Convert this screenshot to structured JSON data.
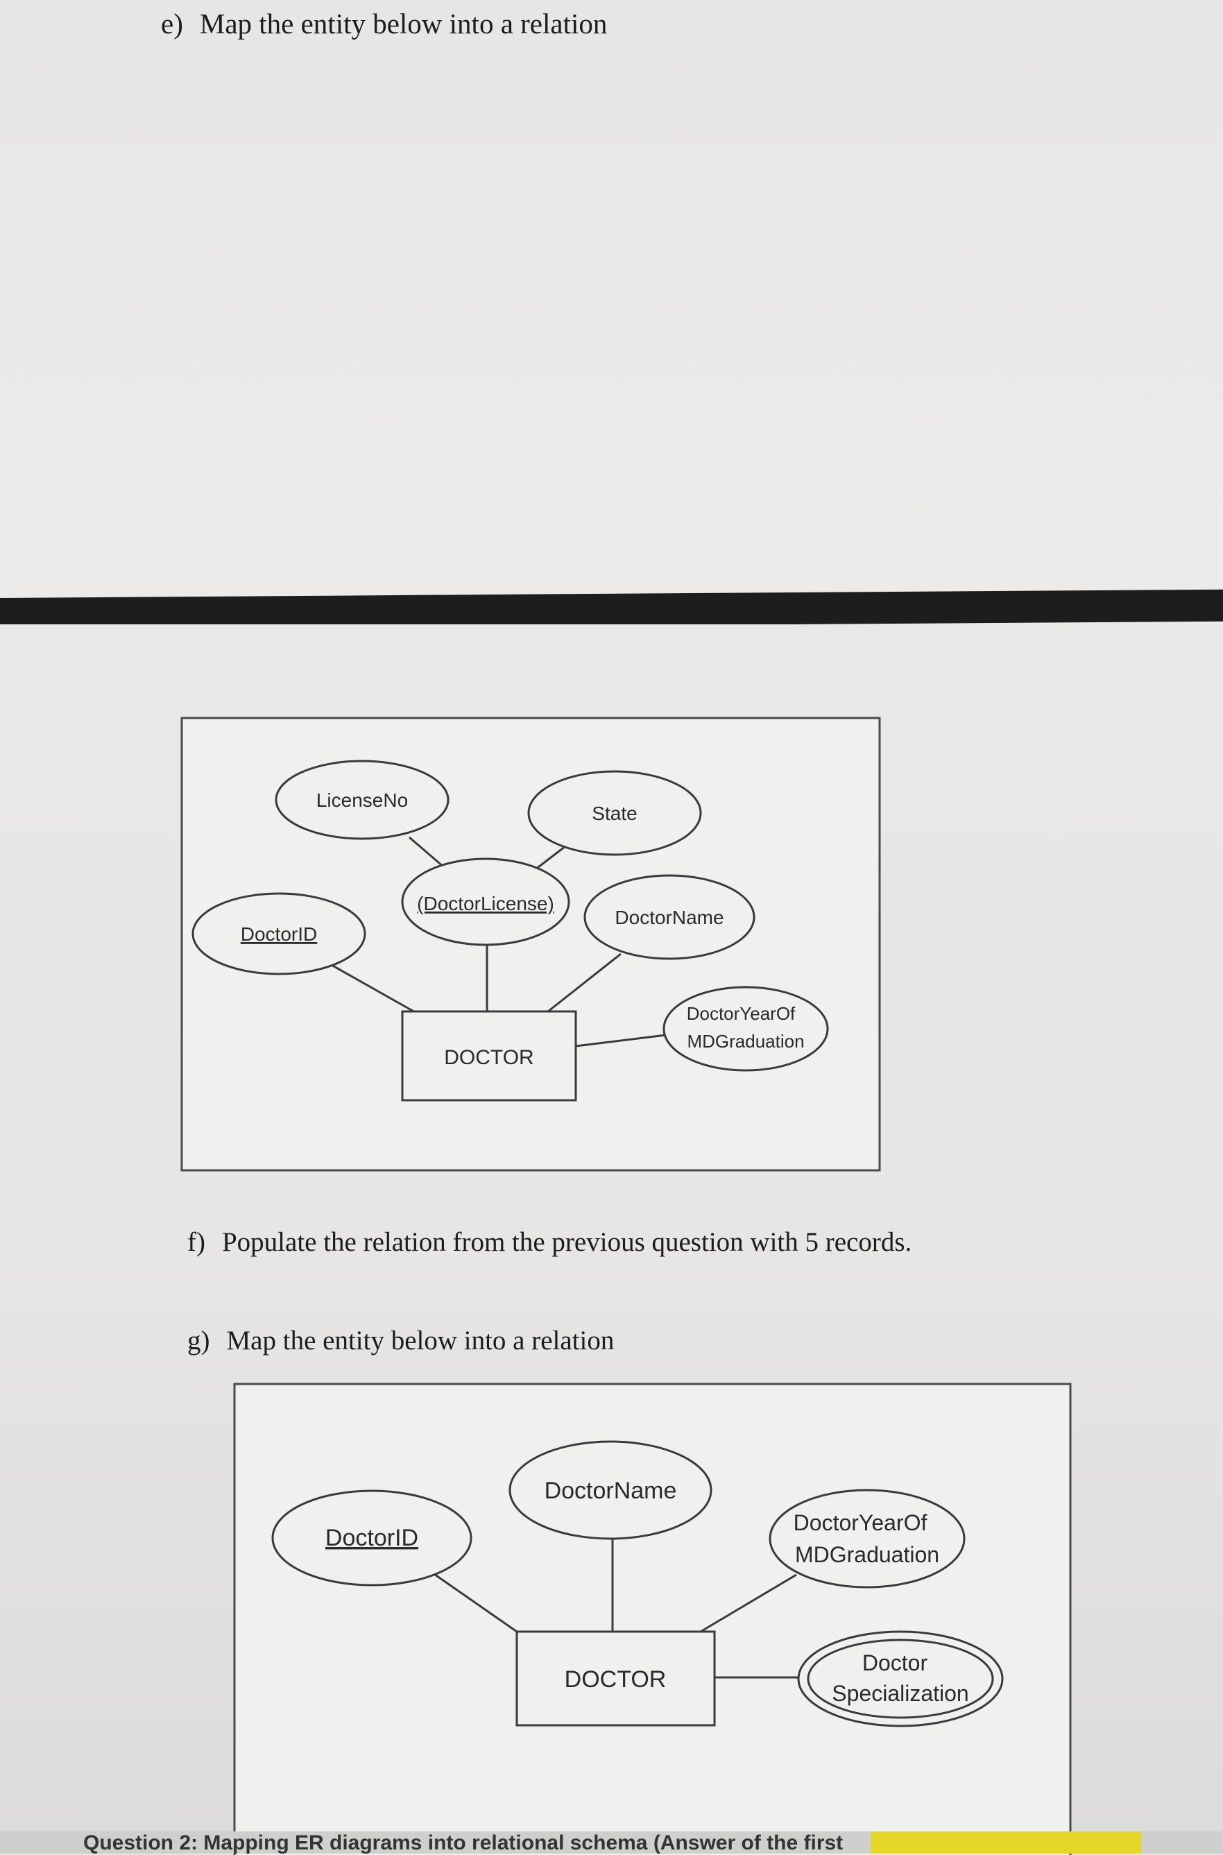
{
  "questions": {
    "e": {
      "label": "e)",
      "text": "Map the entity below into a relation"
    },
    "f": {
      "label": "f)",
      "text": "Populate the relation from the previous question with 5 records."
    },
    "g": {
      "label": "g)",
      "text": "Map the entity below into a relation"
    }
  },
  "diagram1": {
    "entity": "DOCTOR",
    "attributes": {
      "doctor_id": "DoctorID",
      "license_no": "LicenseNo",
      "state": "State",
      "doctor_license": "(DoctorLicense)",
      "doctor_name": "DoctorName",
      "year_line1": "DoctorYearOf",
      "year_line2": "MDGraduation"
    }
  },
  "diagram2": {
    "entity": "DOCTOR",
    "attributes": {
      "doctor_id": "DoctorID",
      "doctor_name": "DoctorName",
      "year_line1": "DoctorYearOf",
      "year_line2": "MDGraduation",
      "spec_line1": "Doctor",
      "spec_line2": "Specialization"
    }
  },
  "footer": {
    "text": "Question 2: Mapping ER diagrams into relational schema  (Answer of the first"
  }
}
